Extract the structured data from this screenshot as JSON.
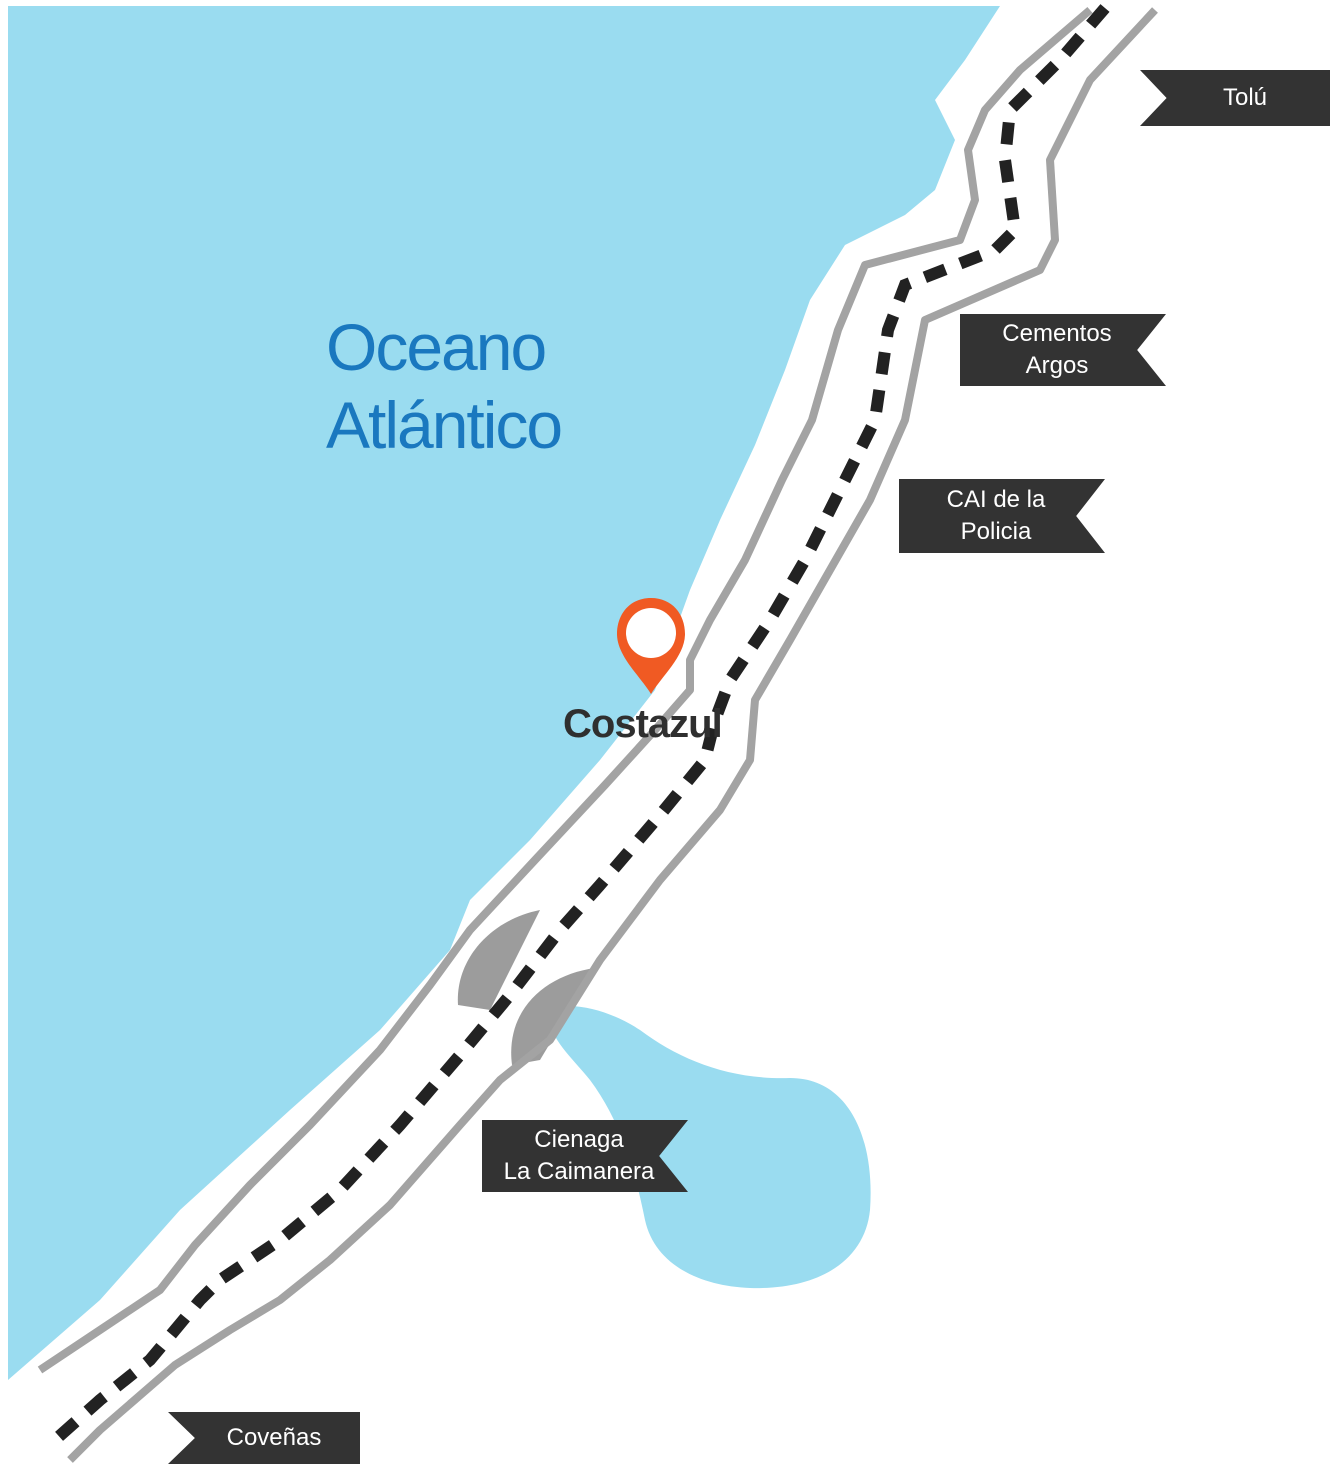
{
  "ocean": {
    "line1": "Oceano",
    "line2": "Atlántico"
  },
  "marker": {
    "icon": "location-pin-icon",
    "label": "Costazul"
  },
  "landmarks": {
    "tolu": "Tolú",
    "cementos": [
      "Cementos",
      "Argos"
    ],
    "cai": [
      "CAI de la",
      "Policia"
    ],
    "cienaga": [
      "Cienaga",
      "La Caimanera"
    ],
    "covenas": "Coveñas"
  },
  "colors": {
    "water": "#9adcf0",
    "road_edge": "#a3a3a3",
    "road_dash": "#222222",
    "bridge": "#9c9c9c",
    "marker": "#f05a23",
    "ocean_label": "#1a78bf",
    "tag_bg": "#333333"
  }
}
